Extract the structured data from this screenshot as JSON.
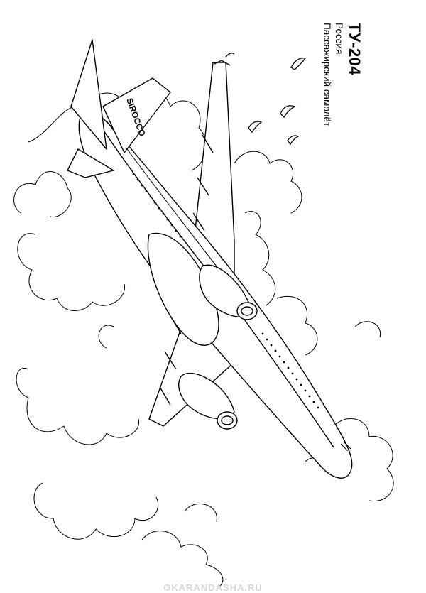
{
  "caption": {
    "title": "ТУ-204",
    "country": "Россия",
    "description": "Пассажирский самолёт"
  },
  "aircraft": {
    "tail_logo_text": "SIROCCO"
  },
  "watermark": "OKARANDASHA.RU",
  "colors": {
    "ink": "#000000",
    "paper": "#ffffff",
    "watermark": "#d8d8d8"
  }
}
